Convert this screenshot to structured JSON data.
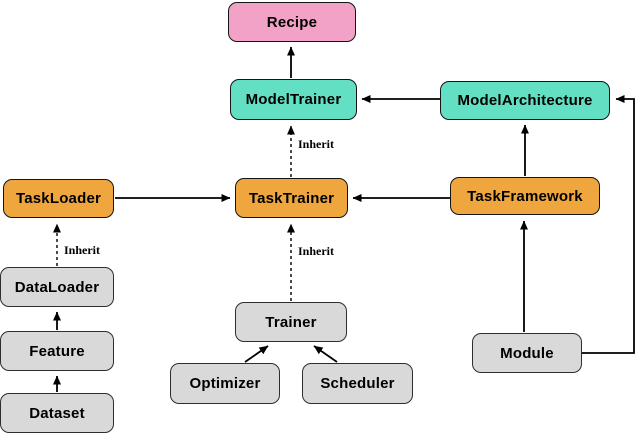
{
  "diagram": {
    "type": "class-hierarchy",
    "nodes": [
      {
        "id": "recipe",
        "label": "Recipe",
        "color": "#f2a2c6"
      },
      {
        "id": "model-trainer",
        "label": "ModelTrainer",
        "color": "#63e0c4"
      },
      {
        "id": "model-architecture",
        "label": "ModelArchitecture",
        "color": "#63e0c4"
      },
      {
        "id": "task-loader",
        "label": "TaskLoader",
        "color": "#f0a63f"
      },
      {
        "id": "task-trainer",
        "label": "TaskTrainer",
        "color": "#f0a63f"
      },
      {
        "id": "task-framework",
        "label": "TaskFramework",
        "color": "#f0a63f"
      },
      {
        "id": "data-loader",
        "label": "DataLoader",
        "color": "#d9d9d9"
      },
      {
        "id": "feature",
        "label": "Feature",
        "color": "#d9d9d9"
      },
      {
        "id": "dataset",
        "label": "Dataset",
        "color": "#d9d9d9"
      },
      {
        "id": "trainer",
        "label": "Trainer",
        "color": "#d9d9d9"
      },
      {
        "id": "optimizer",
        "label": "Optimizer",
        "color": "#d9d9d9"
      },
      {
        "id": "scheduler",
        "label": "Scheduler",
        "color": "#d9d9d9"
      },
      {
        "id": "module",
        "label": "Module",
        "color": "#d9d9d9"
      }
    ],
    "edges": [
      {
        "from": "ModelTrainer",
        "to": "Recipe",
        "style": "solid"
      },
      {
        "from": "ModelArchitecture",
        "to": "ModelTrainer",
        "style": "solid"
      },
      {
        "from": "TaskLoader",
        "to": "TaskTrainer",
        "style": "solid"
      },
      {
        "from": "TaskFramework",
        "to": "TaskTrainer",
        "style": "solid"
      },
      {
        "from": "TaskFramework",
        "to": "ModelArchitecture",
        "style": "solid"
      },
      {
        "from": "TaskTrainer",
        "to": "ModelTrainer",
        "style": "dashed",
        "label": "Inherit"
      },
      {
        "from": "DataLoader",
        "to": "TaskLoader",
        "style": "dashed",
        "label": "Inherit"
      },
      {
        "from": "Trainer",
        "to": "TaskTrainer",
        "style": "dashed",
        "label": "Inherit"
      },
      {
        "from": "Feature",
        "to": "DataLoader",
        "style": "solid"
      },
      {
        "from": "Dataset",
        "to": "Feature",
        "style": "solid"
      },
      {
        "from": "Optimizer",
        "to": "Trainer",
        "style": "solid"
      },
      {
        "from": "Scheduler",
        "to": "Trainer",
        "style": "solid"
      },
      {
        "from": "Module",
        "to": "TaskFramework",
        "style": "solid"
      },
      {
        "from": "Module",
        "to": "ModelArchitecture",
        "style": "solid"
      }
    ],
    "colors": {
      "background": "#ffffff",
      "pink": "#f2a2c6",
      "teal": "#63e0c4",
      "orange": "#f0a63f",
      "gray": "#d9d9d9",
      "stroke": "#000000"
    }
  }
}
